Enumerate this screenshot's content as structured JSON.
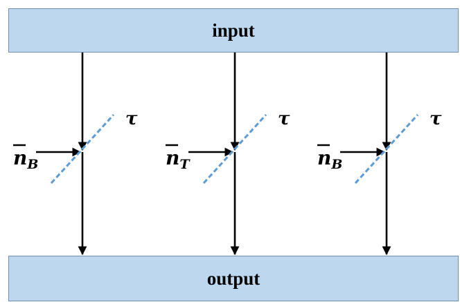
{
  "top_box": {
    "label": "input"
  },
  "bottom_box": {
    "label": "output"
  },
  "channels": [
    {
      "noise_base": "n",
      "noise_sub": "B",
      "transmissivity": "τ"
    },
    {
      "noise_base": "n",
      "noise_sub": "T",
      "transmissivity": "τ"
    },
    {
      "noise_base": "n",
      "noise_sub": "B",
      "transmissivity": "τ"
    }
  ],
  "colors": {
    "box_fill": "#bdd7ee",
    "box_border": "#6e8fb0",
    "beam_splitter": "#5b9bd5",
    "arrow": "#000000"
  }
}
